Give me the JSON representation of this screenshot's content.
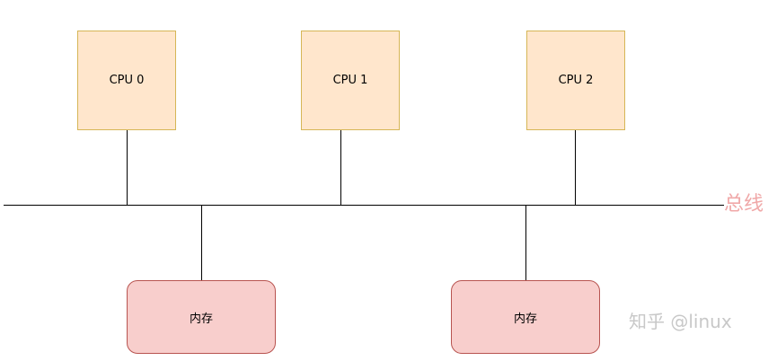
{
  "cpus": [
    {
      "label": "CPU 0"
    },
    {
      "label": "CPU 1"
    },
    {
      "label": "CPU 2"
    }
  ],
  "memories": [
    {
      "label": "内存"
    },
    {
      "label": "内存"
    }
  ],
  "bus": {
    "label": "总线"
  },
  "watermark": "知乎 @linux",
  "colors": {
    "cpu_fill": "#ffe6cc",
    "cpu_stroke": "#d6b656",
    "memory_fill": "#f8cecc",
    "memory_stroke": "#b85450",
    "bus_label": "#f0a8a8"
  }
}
